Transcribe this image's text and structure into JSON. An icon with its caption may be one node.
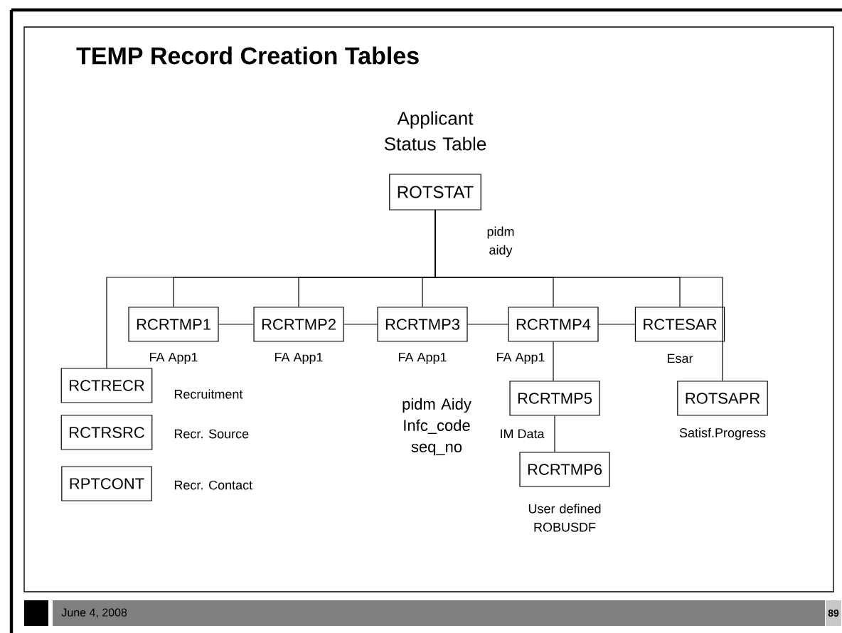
{
  "diagram": {
    "title": "TEMP Record Creation Tables",
    "nodes": [
      {
        "text": [
          "ROTSTAT"
        ],
        "beside": [
          "Applicant Status Table"
        ]
      },
      {
        "text": [
          "RCRTMP1"
        ],
        "beside": [
          "FA App1"
        ]
      },
      {
        "text": [
          "RCRTMP2"
        ],
        "beside": [
          "FA App1"
        ]
      },
      {
        "text": [
          "RCRTMP3"
        ],
        "beside": [
          "FA App1",
          "pidm Aidy Infc_code seq_no"
        ]
      },
      {
        "text": [
          "RCRTMP4"
        ],
        "beside": [
          "FA App1"
        ]
      },
      {
        "text": [
          "RCTESAR"
        ],
        "beside": [
          "Esar"
        ]
      },
      {
        "text": [
          "RCTRECR"
        ],
        "beside": [
          "Recruitment"
        ]
      },
      {
        "text": [
          "RCTRSRC"
        ],
        "beside": [
          "Recr. Source"
        ]
      },
      {
        "text": [
          "RPTCONT"
        ],
        "beside": [
          "Recr. Contact"
        ]
      },
      {
        "text": [
          "RCRTMP5"
        ],
        "beside": [
          "IM Data"
        ]
      },
      {
        "text": [
          "RCRTMP6"
        ],
        "beside": [
          "User defined ROBUSDF"
        ]
      },
      {
        "text": [
          "ROTSAPR"
        ],
        "beside": [
          "Satisf.Progress"
        ]
      }
    ],
    "edges": [
      {
        "from": 0,
        "to": 6,
        "arrow": "none"
      },
      {
        "from": 0,
        "to": 1,
        "arrow": "none"
      },
      {
        "from": 0,
        "to": 2,
        "arrow": "none"
      },
      {
        "from": 0,
        "to": 3,
        "arrow": "none",
        "label": "pidm aidy"
      },
      {
        "from": 0,
        "to": 4,
        "arrow": "none"
      },
      {
        "from": 0,
        "to": 5,
        "arrow": "none"
      },
      {
        "from": 0,
        "to": 11,
        "arrow": "none"
      },
      {
        "from": 1,
        "to": 2,
        "arrow": "none"
      },
      {
        "from": 2,
        "to": 3,
        "arrow": "none"
      },
      {
        "from": 3,
        "to": 4,
        "arrow": "none"
      },
      {
        "from": 4,
        "to": 5,
        "arrow": "none"
      },
      {
        "from": 4,
        "to": 9,
        "arrow": "none"
      },
      {
        "from": 9,
        "to": 10,
        "arrow": "none"
      }
    ],
    "labels": [
      "June 4, 2008",
      "89"
    ]
  }
}
